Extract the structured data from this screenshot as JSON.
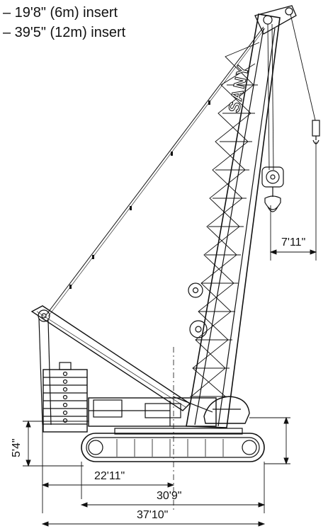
{
  "inserts": [
    "– 19'8\" (6m) insert",
    "– 39'5\" (12m) insert"
  ],
  "boom_brand": "SANY",
  "dimensions": {
    "hook_offset": "7'11\"",
    "body_height": "5'4\"",
    "tailswing_to_center": "22'11\"",
    "track_length": "30'9\"",
    "overall_length": "37'10\""
  }
}
